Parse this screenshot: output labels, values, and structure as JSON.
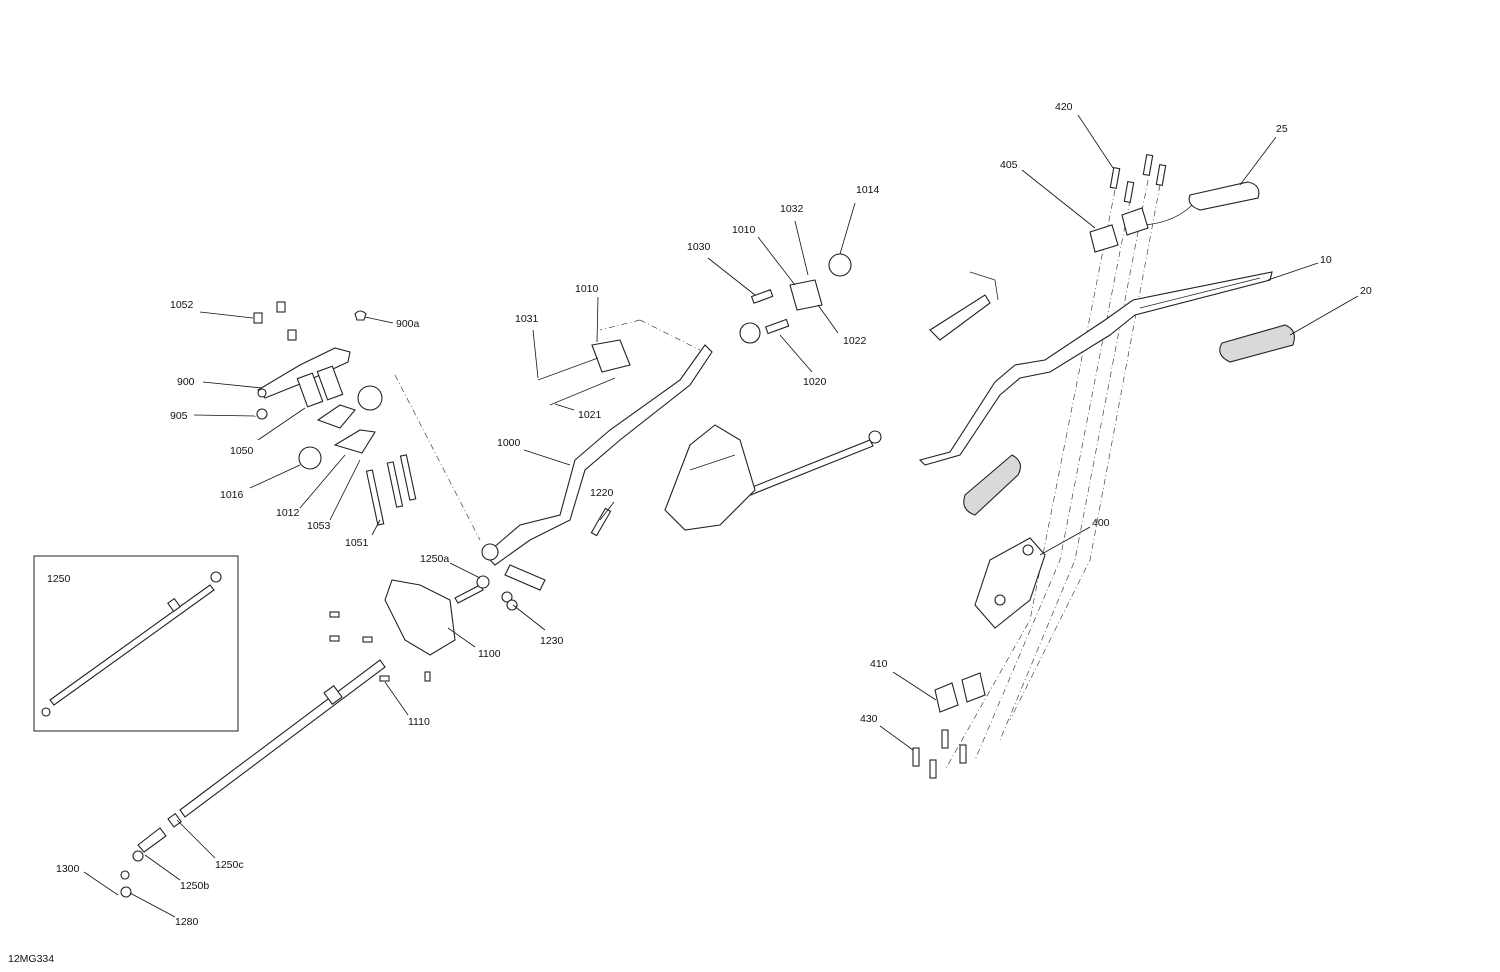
{
  "figure_id": "12MG334",
  "inset_label": "1250",
  "callouts": {
    "c420": "420",
    "c25": "25",
    "c405": "405",
    "c10": "10",
    "c20": "20",
    "c400": "400",
    "c410": "410",
    "c430": "430",
    "c1014": "1014",
    "c1032": "1032",
    "c1010a": "1010",
    "c1030": "1030",
    "c1022": "1022",
    "c1020": "1020",
    "c1010b": "1010",
    "c1031": "1031",
    "c1021": "1021",
    "c1000": "1000",
    "c1220": "1220",
    "c1230": "1230",
    "c1250a": "1250a",
    "c1100": "1100",
    "c1110": "1110",
    "c1052": "1052",
    "c900a": "900a",
    "c900": "900",
    "c905": "905",
    "c1050": "1050",
    "c1016": "1016",
    "c1012": "1012",
    "c1053": "1053",
    "c1051": "1051",
    "c1300": "1300",
    "c1280": "1280",
    "c1250b": "1250b",
    "c1250c": "1250c"
  },
  "colors": {
    "line": "#222222",
    "background": "#ffffff"
  }
}
